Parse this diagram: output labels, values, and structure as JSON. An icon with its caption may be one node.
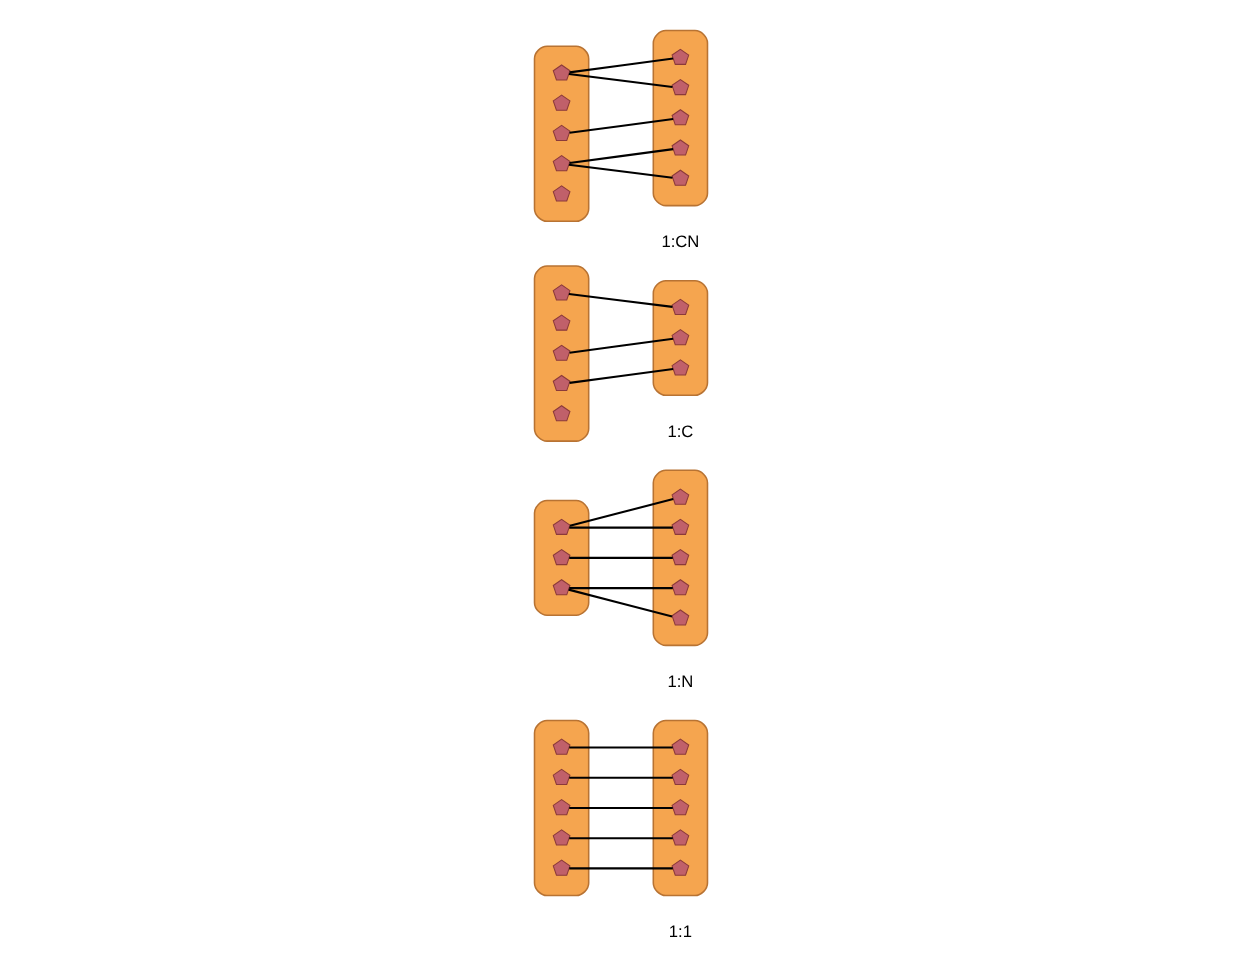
{
  "diagram": {
    "nodes": [
      {
        "text": [],
        "shape": "ellipse"
      },
      {
        "text": [],
        "shape": "pentagon",
        "in": 0
      },
      {
        "text": [],
        "shape": "pentagon",
        "in": 0
      },
      {
        "text": [],
        "shape": "pentagon",
        "in": 0
      },
      {
        "text": [],
        "shape": "pentagon",
        "in": 0
      },
      {
        "text": [],
        "shape": "pentagon",
        "in": 0
      },
      {
        "text": [],
        "shape": "ellipse"
      },
      {
        "text": [],
        "shape": "pentagon",
        "in": 6
      },
      {
        "text": [],
        "shape": "pentagon",
        "in": 6
      },
      {
        "text": [],
        "shape": "pentagon",
        "in": 6
      },
      {
        "text": [],
        "shape": "pentagon",
        "in": 6
      },
      {
        "text": [],
        "shape": "pentagon",
        "in": 6
      },
      {
        "text": [],
        "shape": "ellipse"
      },
      {
        "text": [],
        "shape": "pentagon",
        "in": 12
      },
      {
        "text": [],
        "shape": "pentagon",
        "in": 12
      },
      {
        "text": [],
        "shape": "pentagon",
        "in": 12
      },
      {
        "text": [],
        "shape": "ellipse"
      },
      {
        "text": [],
        "shape": "pentagon",
        "in": 16
      },
      {
        "text": [],
        "shape": "pentagon",
        "in": 16
      },
      {
        "text": [],
        "shape": "pentagon",
        "in": 16
      },
      {
        "text": [],
        "shape": "pentagon",
        "in": 16
      },
      {
        "text": [],
        "shape": "pentagon",
        "in": 16
      },
      {
        "text": [],
        "shape": "ellipse"
      },
      {
        "text": [],
        "shape": "pentagon",
        "in": 22
      },
      {
        "text": [],
        "shape": "pentagon",
        "in": 22
      },
      {
        "text": [],
        "shape": "pentagon",
        "in": 22
      },
      {
        "text": [],
        "shape": "pentagon",
        "in": 22
      },
      {
        "text": [],
        "shape": "pentagon",
        "in": 22
      },
      {
        "text": [],
        "shape": "ellipse"
      },
      {
        "text": [],
        "shape": "pentagon",
        "in": 28
      },
      {
        "text": [],
        "shape": "pentagon",
        "in": 28
      },
      {
        "text": [],
        "shape": "pentagon",
        "in": 28
      },
      {
        "text": [],
        "shape": "ellipse"
      },
      {
        "text": [],
        "shape": "pentagon",
        "in": 32
      },
      {
        "text": [],
        "shape": "pentagon",
        "in": 32
      },
      {
        "text": [],
        "shape": "pentagon",
        "in": 32
      },
      {
        "text": [],
        "shape": "pentagon",
        "in": 32
      },
      {
        "text": [],
        "shape": "pentagon",
        "in": 32
      },
      {
        "text": [],
        "shape": "ellipse"
      },
      {
        "text": [],
        "shape": "pentagon",
        "in": 38
      },
      {
        "text": [],
        "shape": "pentagon",
        "in": 38
      },
      {
        "text": [],
        "shape": "pentagon",
        "in": 38
      },
      {
        "text": [],
        "shape": "pentagon",
        "in": 38
      },
      {
        "text": [],
        "shape": "pentagon",
        "in": 38
      }
    ],
    "edges": [
      {
        "from": 1,
        "to": 7,
        "arrow": "none"
      },
      {
        "from": 2,
        "to": 8,
        "arrow": "none"
      },
      {
        "from": 3,
        "to": 9,
        "arrow": "none"
      },
      {
        "from": 4,
        "to": 10,
        "arrow": "none"
      },
      {
        "from": 5,
        "to": 11,
        "arrow": "none"
      },
      {
        "from": 13,
        "to": 17,
        "arrow": "none"
      },
      {
        "from": 13,
        "to": 18,
        "arrow": "none"
      },
      {
        "from": 14,
        "to": 19,
        "arrow": "none"
      },
      {
        "from": 15,
        "to": 20,
        "arrow": "none"
      },
      {
        "from": 15,
        "to": 21,
        "arrow": "none"
      },
      {
        "from": 23,
        "to": 29,
        "arrow": "none"
      },
      {
        "from": 25,
        "to": 30,
        "arrow": "none"
      },
      {
        "from": 26,
        "to": 31,
        "arrow": "none"
      },
      {
        "from": 33,
        "to": 39,
        "arrow": "none"
      },
      {
        "from": 33,
        "to": 40,
        "arrow": "none"
      },
      {
        "from": 35,
        "to": 41,
        "arrow": "none"
      },
      {
        "from": 36,
        "to": 42,
        "arrow": "none"
      },
      {
        "from": 36,
        "to": 43,
        "arrow": "none"
      }
    ],
    "labels": [
      "1:1",
      "1:N",
      "1:C",
      "1:CN"
    ]
  }
}
